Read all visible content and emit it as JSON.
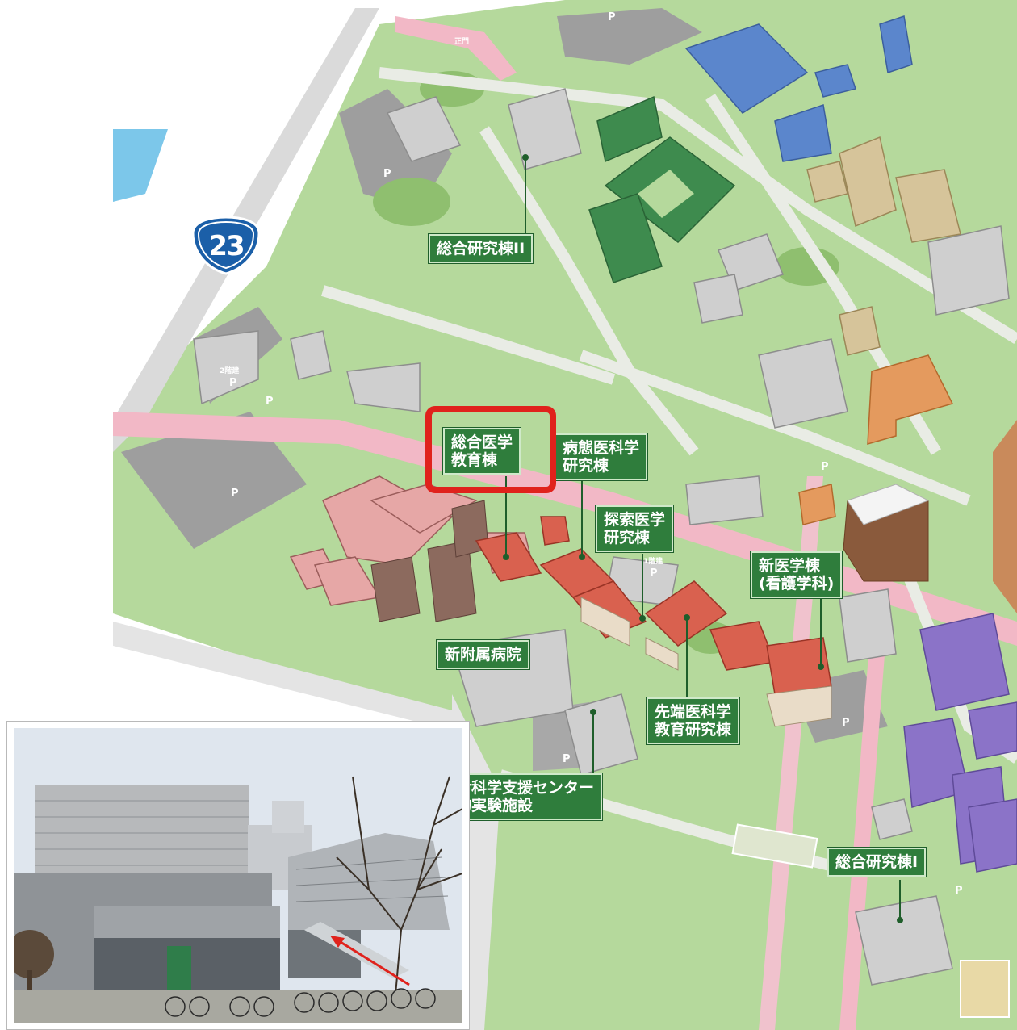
{
  "map": {
    "route_number": "23",
    "buildings": {
      "sogo_kenkyu_2": "総合研究棟II",
      "sogo_igaku_kyoiku": [
        "総合医学",
        "教育棟"
      ],
      "byotai_ika": [
        "病態医科学",
        "研究棟"
      ],
      "tansaku_igaku": [
        "探索医学",
        "研究棟"
      ],
      "shin_igaku": [
        "新医学棟",
        "(看護学科)"
      ],
      "shin_fuzoku_byoin": "新附属病院",
      "sentan_ika": [
        "先端医科学",
        "教育研究棟"
      ],
      "kagaku_shien": [
        "命科学支援センター",
        "物実験施設"
      ],
      "sogo_kenkyu_1": "総合研究棟I"
    },
    "parking_label": "P",
    "small_labels": [
      "正門",
      "2階建",
      "1階建"
    ]
  },
  "colors": {
    "highlight": "#e0221c",
    "label_bg": "#2f7d3c",
    "grass": "#a8d08d",
    "road_pink": "#f2b8c6",
    "parking": "#9e9e9e",
    "route_sign": "#1b5fa8"
  },
  "icons": {
    "route_sign": "route-23-shield-icon",
    "photo_arrow": "red-arrow-icon"
  }
}
